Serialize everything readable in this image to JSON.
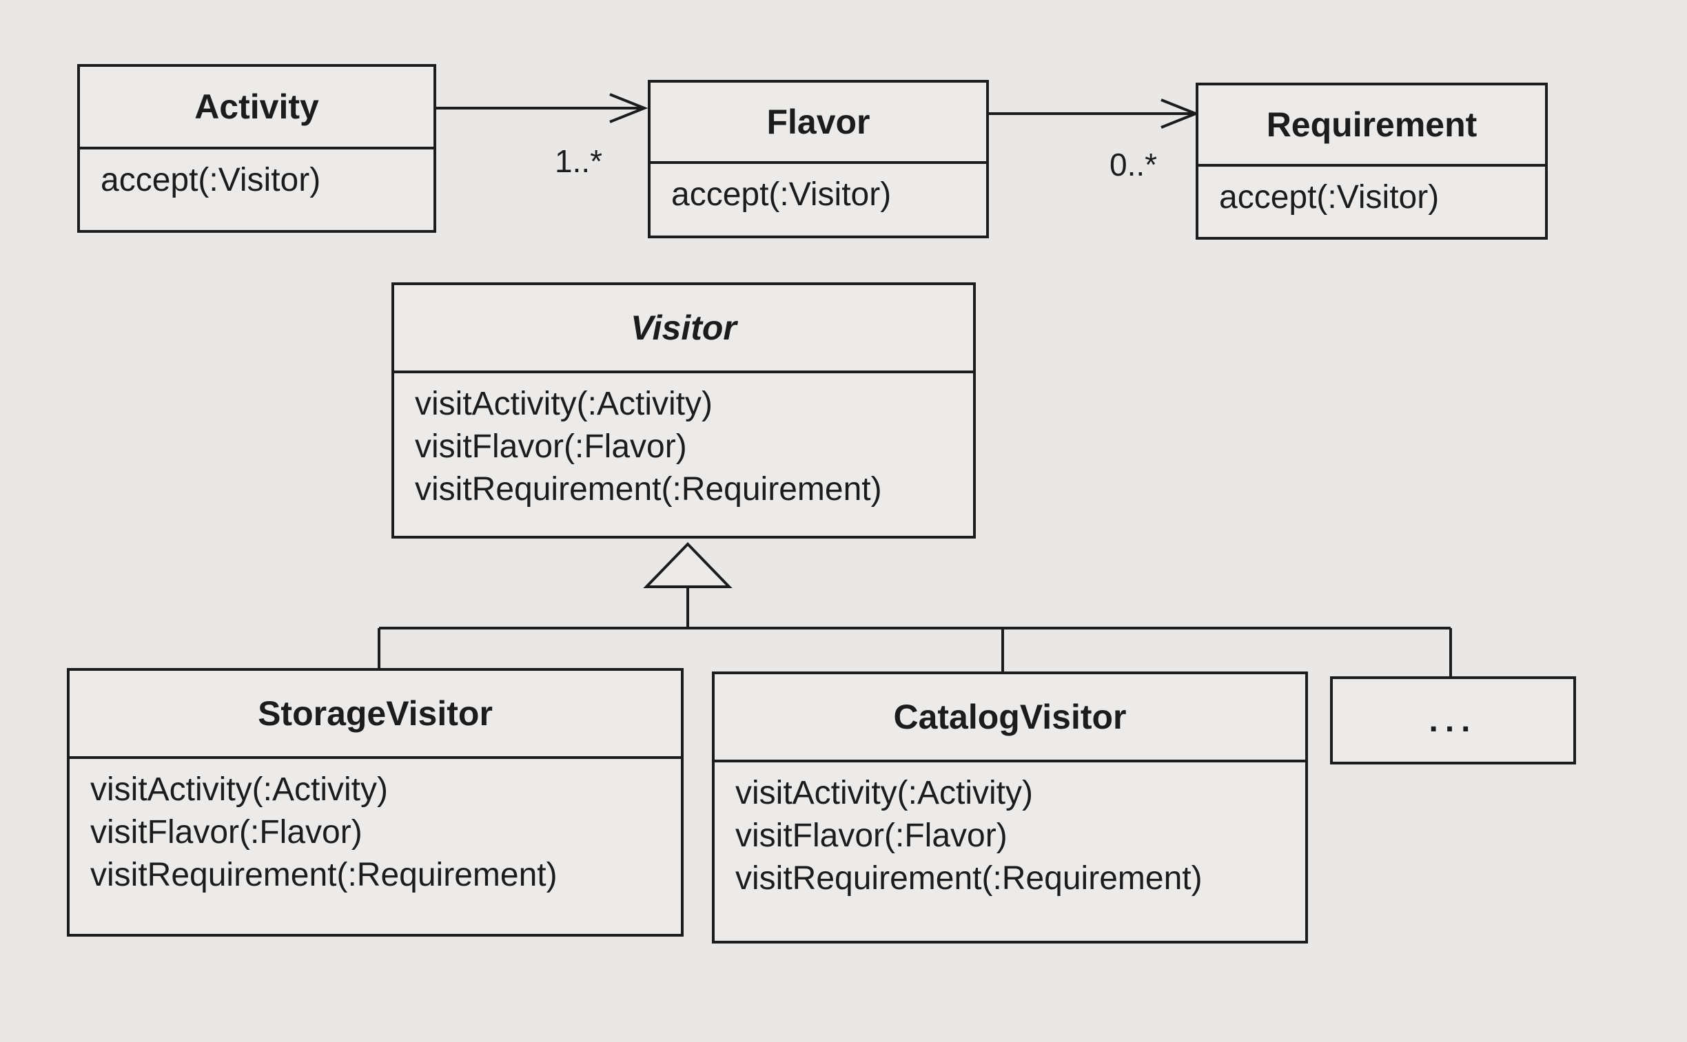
{
  "classes": {
    "activity": {
      "name": "Activity",
      "ops": [
        "accept(:Visitor)"
      ]
    },
    "flavor": {
      "name": "Flavor",
      "ops": [
        "accept(:Visitor)"
      ]
    },
    "requirement": {
      "name": "Requirement",
      "ops": [
        "accept(:Visitor)"
      ]
    },
    "visitor": {
      "name": "Visitor",
      "abstract": true,
      "ops": [
        "visitActivity(:Activity)",
        "visitFlavor(:Flavor)",
        "visitRequirement(:Requirement)"
      ]
    },
    "storage_visitor": {
      "name": "StorageVisitor",
      "ops": [
        "visitActivity(:Activity)",
        "visitFlavor(:Flavor)",
        "visitRequirement(:Requirement)"
      ]
    },
    "catalog_visitor": {
      "name": "CatalogVisitor",
      "ops": [
        "visitActivity(:Activity)",
        "visitFlavor(:Flavor)",
        "visitRequirement(:Requirement)"
      ]
    },
    "more": {
      "name": "..."
    }
  },
  "associations": [
    {
      "from": "Activity",
      "to": "Flavor",
      "multiplicity": "1..*"
    },
    {
      "from": "Flavor",
      "to": "Requirement",
      "multiplicity": "0..*"
    }
  ],
  "generalization": {
    "parent": "Visitor",
    "children": [
      "StorageVisitor",
      "CatalogVisitor",
      "..."
    ]
  }
}
